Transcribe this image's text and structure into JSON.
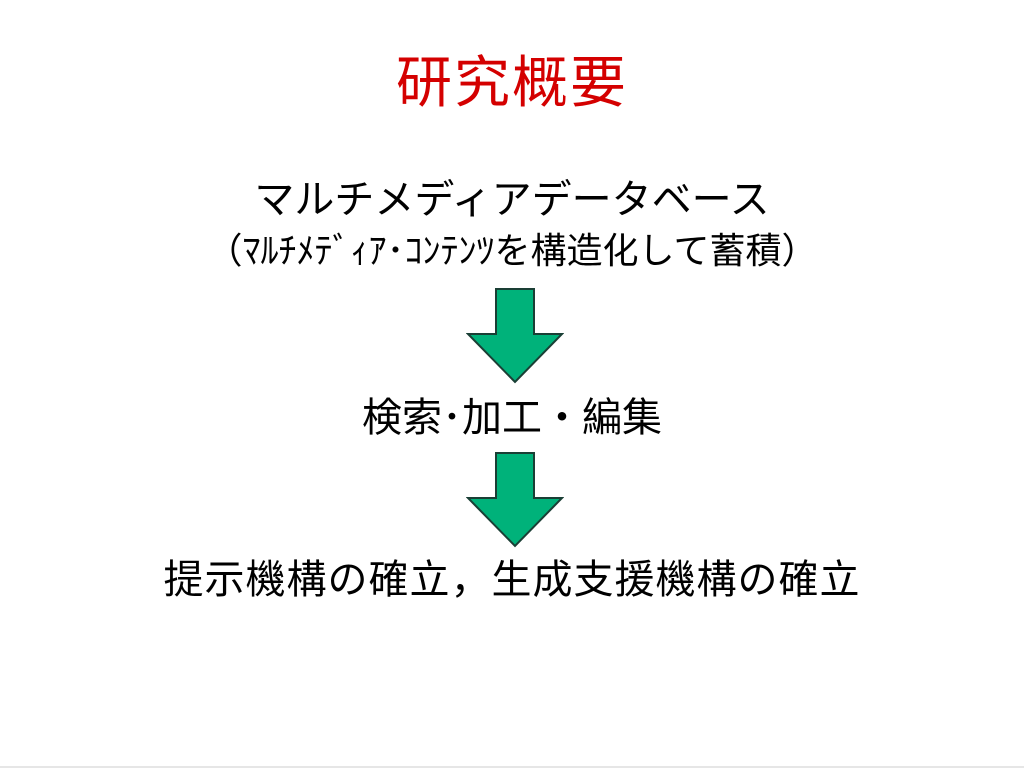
{
  "slide": {
    "title": "研究概要",
    "line1": "マルチメディアデータベース",
    "line2": "（ﾏﾙﾁﾒﾃﾞｨｱ･ｺﾝﾃﾝﾂを構造化して蓄積）",
    "line3": "検索･加工・編集",
    "line4": "提示機構の確立，生成支援機構の確立"
  },
  "colors": {
    "title": "#d40000",
    "arrow_fill": "#00b27a",
    "arrow_stroke": "#1a3f35",
    "text": "#000000"
  },
  "icons": {
    "arrow": "down-arrow-icon"
  }
}
